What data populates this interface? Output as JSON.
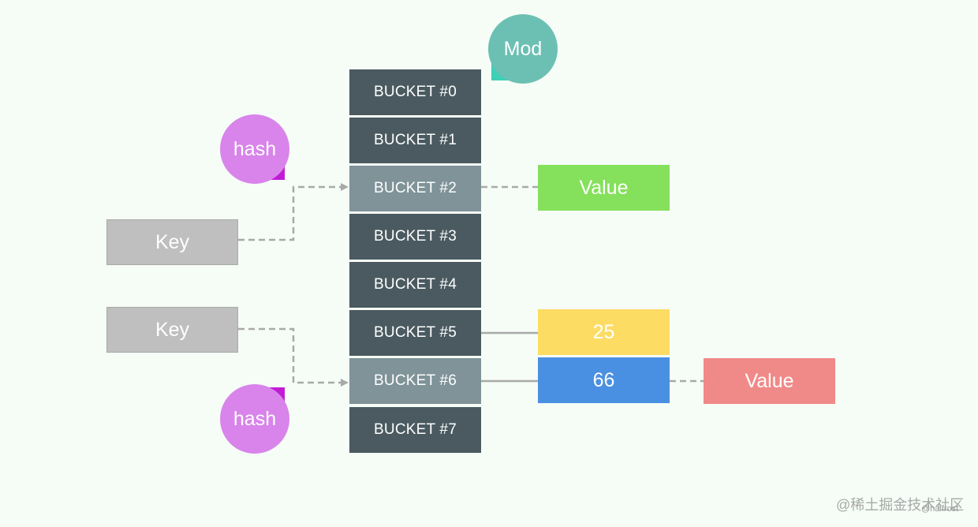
{
  "mod_bubble": {
    "label": "Mod",
    "color": "#6cc0b3"
  },
  "hash_bubbles": [
    {
      "label": "hash",
      "color": "#d884ea",
      "tail_color": "#c21bd6"
    },
    {
      "label": "hash",
      "color": "#d884ea",
      "tail_color": "#c21bd6"
    }
  ],
  "keys": [
    {
      "label": "Key"
    },
    {
      "label": "Key"
    }
  ],
  "buckets": [
    {
      "label": "BUCKET #0",
      "highlight": false
    },
    {
      "label": "BUCKET #1",
      "highlight": false
    },
    {
      "label": "BUCKET #2",
      "highlight": true
    },
    {
      "label": "BUCKET #3",
      "highlight": false
    },
    {
      "label": "BUCKET #4",
      "highlight": false
    },
    {
      "label": "BUCKET #5",
      "highlight": false
    },
    {
      "label": "BUCKET #6",
      "highlight": true
    },
    {
      "label": "BUCKET #7",
      "highlight": false
    }
  ],
  "bucket_colors": {
    "normal": "#4a5a60",
    "highlight": "#7f9399"
  },
  "value_top": {
    "label": "Value",
    "color": "#85e05c"
  },
  "value_bottom": {
    "label": "Value",
    "color": "#f08a88"
  },
  "entry_25": {
    "label": "25",
    "color": "#fddc64"
  },
  "entry_66": {
    "label": "66",
    "color": "#4a90e2"
  },
  "watermark": {
    "main": "@稀土掘金技术社区",
    "sub": "@halfrost"
  }
}
